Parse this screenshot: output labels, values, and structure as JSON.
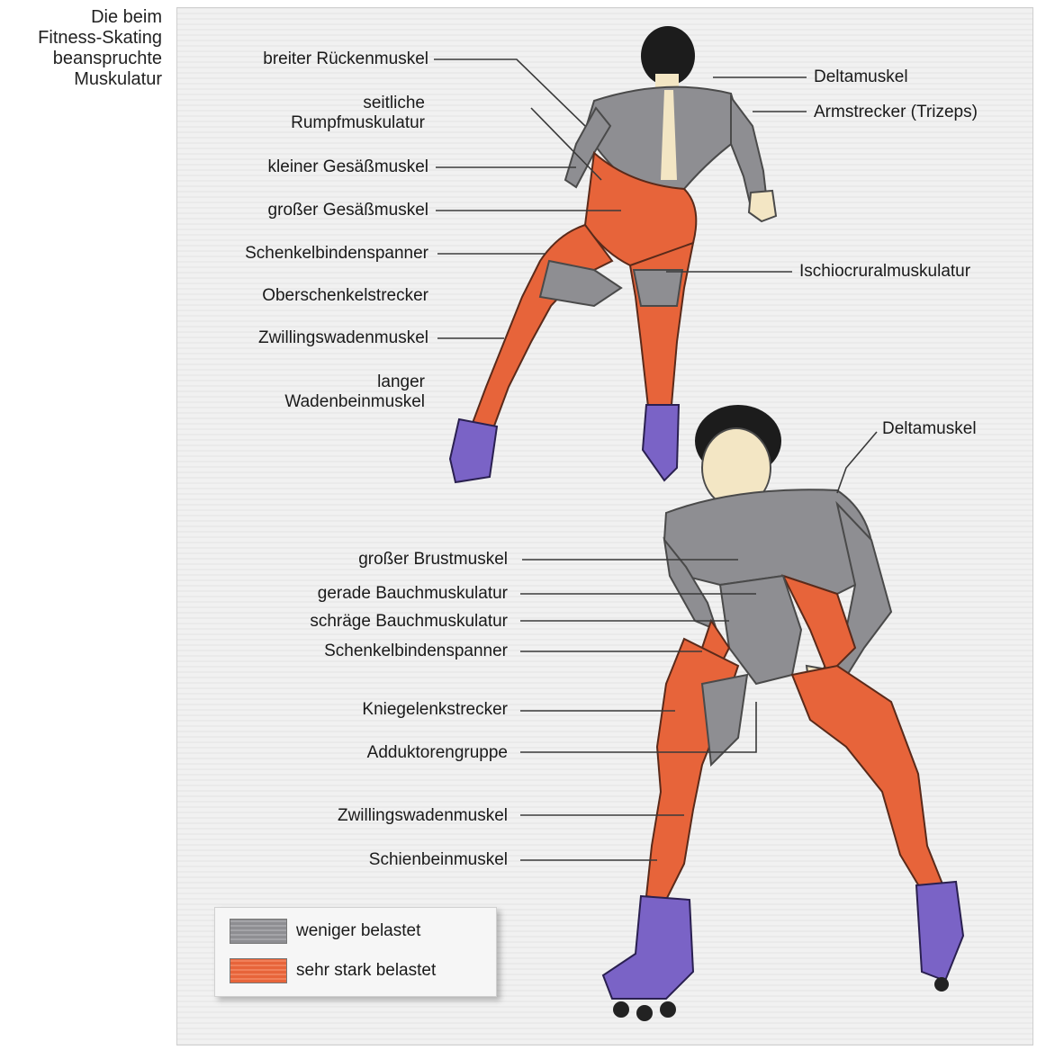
{
  "caption": [
    "Die beim",
    "Fitness-Skating",
    "beanspruchte",
    "Muskulatur"
  ],
  "colors": {
    "less_loaded": "#8e8e92",
    "highly_loaded": "#e7643a",
    "skin": "#f3e6c4",
    "skate": "#7a63c6",
    "hair": "#1c1c1c"
  },
  "back_figure": {
    "left_labels": [
      "breiter Rückenmuskel",
      "seitliche Rumpfmuskulatur",
      "kleiner Gesäßmuskel",
      "großer Gesäßmuskel",
      "Schenkelbindenspanner",
      "Oberschenkelstrecker",
      "Zwillingswadenmuskel",
      "langer Wadenbeinmuskel"
    ],
    "right_labels": [
      "Deltamuskel",
      "Armstrecker (Trizeps)",
      "Ischiocruralmuskulatur"
    ]
  },
  "front_figure": {
    "left_labels": [
      "großer Brustmuskel",
      "gerade Bauchmuskulatur",
      "schräge Bauchmuskulatur",
      "Schenkelbindenspanner",
      "Kniegelenkstrecker",
      "Adduktorengruppe",
      "Zwillingswadenmuskel",
      "Schienbeinmuskel"
    ],
    "right_labels": [
      "Deltamuskel"
    ]
  },
  "legend": [
    {
      "label": "weniger belastet",
      "color": "#8e8e92",
      "icon": "grey-swatch-icon"
    },
    {
      "label": "sehr stark belastet",
      "color": "#e7643a",
      "icon": "orange-swatch-icon"
    }
  ]
}
